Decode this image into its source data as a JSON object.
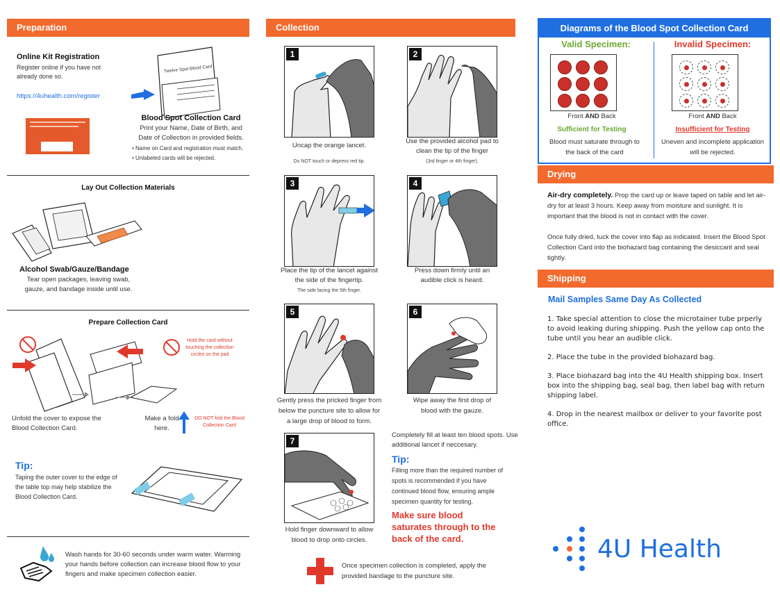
{
  "col1": {
    "header": "Preparation",
    "online": {
      "title": "Online Kit Registration",
      "body": "Register online if you have not already done so.",
      "link": "https://4uhealth.com/register",
      "card_label": "Twelve Spot Blood Card"
    },
    "card_info": {
      "title": "Blood Spot Collection Card",
      "body": "Print your Name, Date of Birth, and Date of Collection in provided fields.",
      "bullet1": "• Name on Card and registration must match.",
      "bullet2": "• Unlabeled cards will be rejected."
    },
    "layout": {
      "title": "Lay Out Collection Materials",
      "caption_title": "Alcohol Swab/Gauze/Bandage",
      "caption_body": "Tear open packages, leaving swab, gauze, and bandage inside until use."
    },
    "prepare": {
      "title": "Prepare Collection Card",
      "hold_note": "Hold the card without touching the collection circles on the pad",
      "unfold": "Unfold the cover to expose the Blood Collection Card.",
      "fold": "Make a fold here.",
      "donot_fold": "DO NOT fold the Blood Collection Card"
    },
    "tip": {
      "title": "Tip:",
      "body": "Taping the outer cover to the edge of the table top may help stabilize the Blood Collection Card."
    },
    "wash": "Wash hands for 30-60 seconds under warm water. Warming your hands before collection can increase blood flow to your fingers and make specimen collection easier."
  },
  "col2": {
    "header": "Collection",
    "steps": [
      {
        "num": "1",
        "caption": "Uncap the orange lancet.",
        "note": "Do NOT touch or depress red tip."
      },
      {
        "num": "2",
        "caption": "Use the provided alcohol pad to clean the tip of the finger",
        "note": "(3rd finger or 4th finger)."
      },
      {
        "num": "3",
        "caption": "Place the tip of the lancet against the side of the fingertip.",
        "note": "The side facing the 5th finger."
      },
      {
        "num": "4",
        "caption": "Press down firmly until an audible click is heard.",
        "note": ""
      },
      {
        "num": "5",
        "caption": "Gently press the pricked finger from below the puncture site to allow for a large drop of blood to form.",
        "note": ""
      },
      {
        "num": "6",
        "caption": "Wipe away the first drop of blood with the gauze.",
        "note": ""
      },
      {
        "num": "7",
        "caption": "Hold finger downward to allow blood to drop onto circles.",
        "note": ""
      }
    ],
    "fill_note": "Completely fill at least ten blood spots.  Use additional lancet if neccesary.",
    "tip_title": "Tip:",
    "tip_body": "Filling more than the required number of spots is recommended if you have continued blood flow, ensuring ample specimen quantity for testing.",
    "saturate": "Make sure blood saturates through to the back of the card.",
    "bandage": "Once specimen collection is completed, apply the provided bandage to the puncture site."
  },
  "col3": {
    "diagram_title": "Diagrams of the Blood Spot Collection Card",
    "valid": {
      "title": "Valid Specimen:",
      "front_back": "Front",
      "and": "AND",
      "back": "Back",
      "status": "Sufficient for Testing",
      "desc": "Blood must saturate through to the back of the card"
    },
    "invalid": {
      "title": "Invalid Specimen:",
      "front_back": "Front",
      "and": "AND",
      "back": "Back",
      "status": "Insufficient for Testing",
      "desc": "Uneven and incomplete application will be rejected."
    },
    "drying": {
      "header": "Drying",
      "lead": "Air-dry completely.",
      "p1": "Prop the card up or leave taped on table and let air-dry for at least 3 hours. Keep away from moisture and sunlight. It is important that the blood is not in contact with the cover.",
      "p2": "Once fully dried, tuck the cover into flap as indicated. Insert the Blood Spot Collection Card into the biohazard bag containing the desiccant and seal tightly."
    },
    "shipping": {
      "header": "Shipping",
      "title": "Mail Samples Same Day As Collected",
      "items": [
        "1. Take special attention to close the microtainer tube prperly to avoid leaking during shipping. Push the yellow cap onto the tube until you hear an audible click.",
        "2.  Place the tube in the provided biohazard bag.",
        "3. Place biohazard bag into the 4U Health shipping box. Insert box into the shipping bag, seal bag, then label bag with return shipping label.",
        "4. Drop in the nearest mailbox or deliver to your favorite post office."
      ]
    },
    "logo": "4U Health"
  },
  "colors": {
    "orange": "#f26a2e",
    "blue": "#1f6fe0",
    "green": "#6aa832",
    "red": "#e0392c",
    "blood": "#c9302c"
  }
}
